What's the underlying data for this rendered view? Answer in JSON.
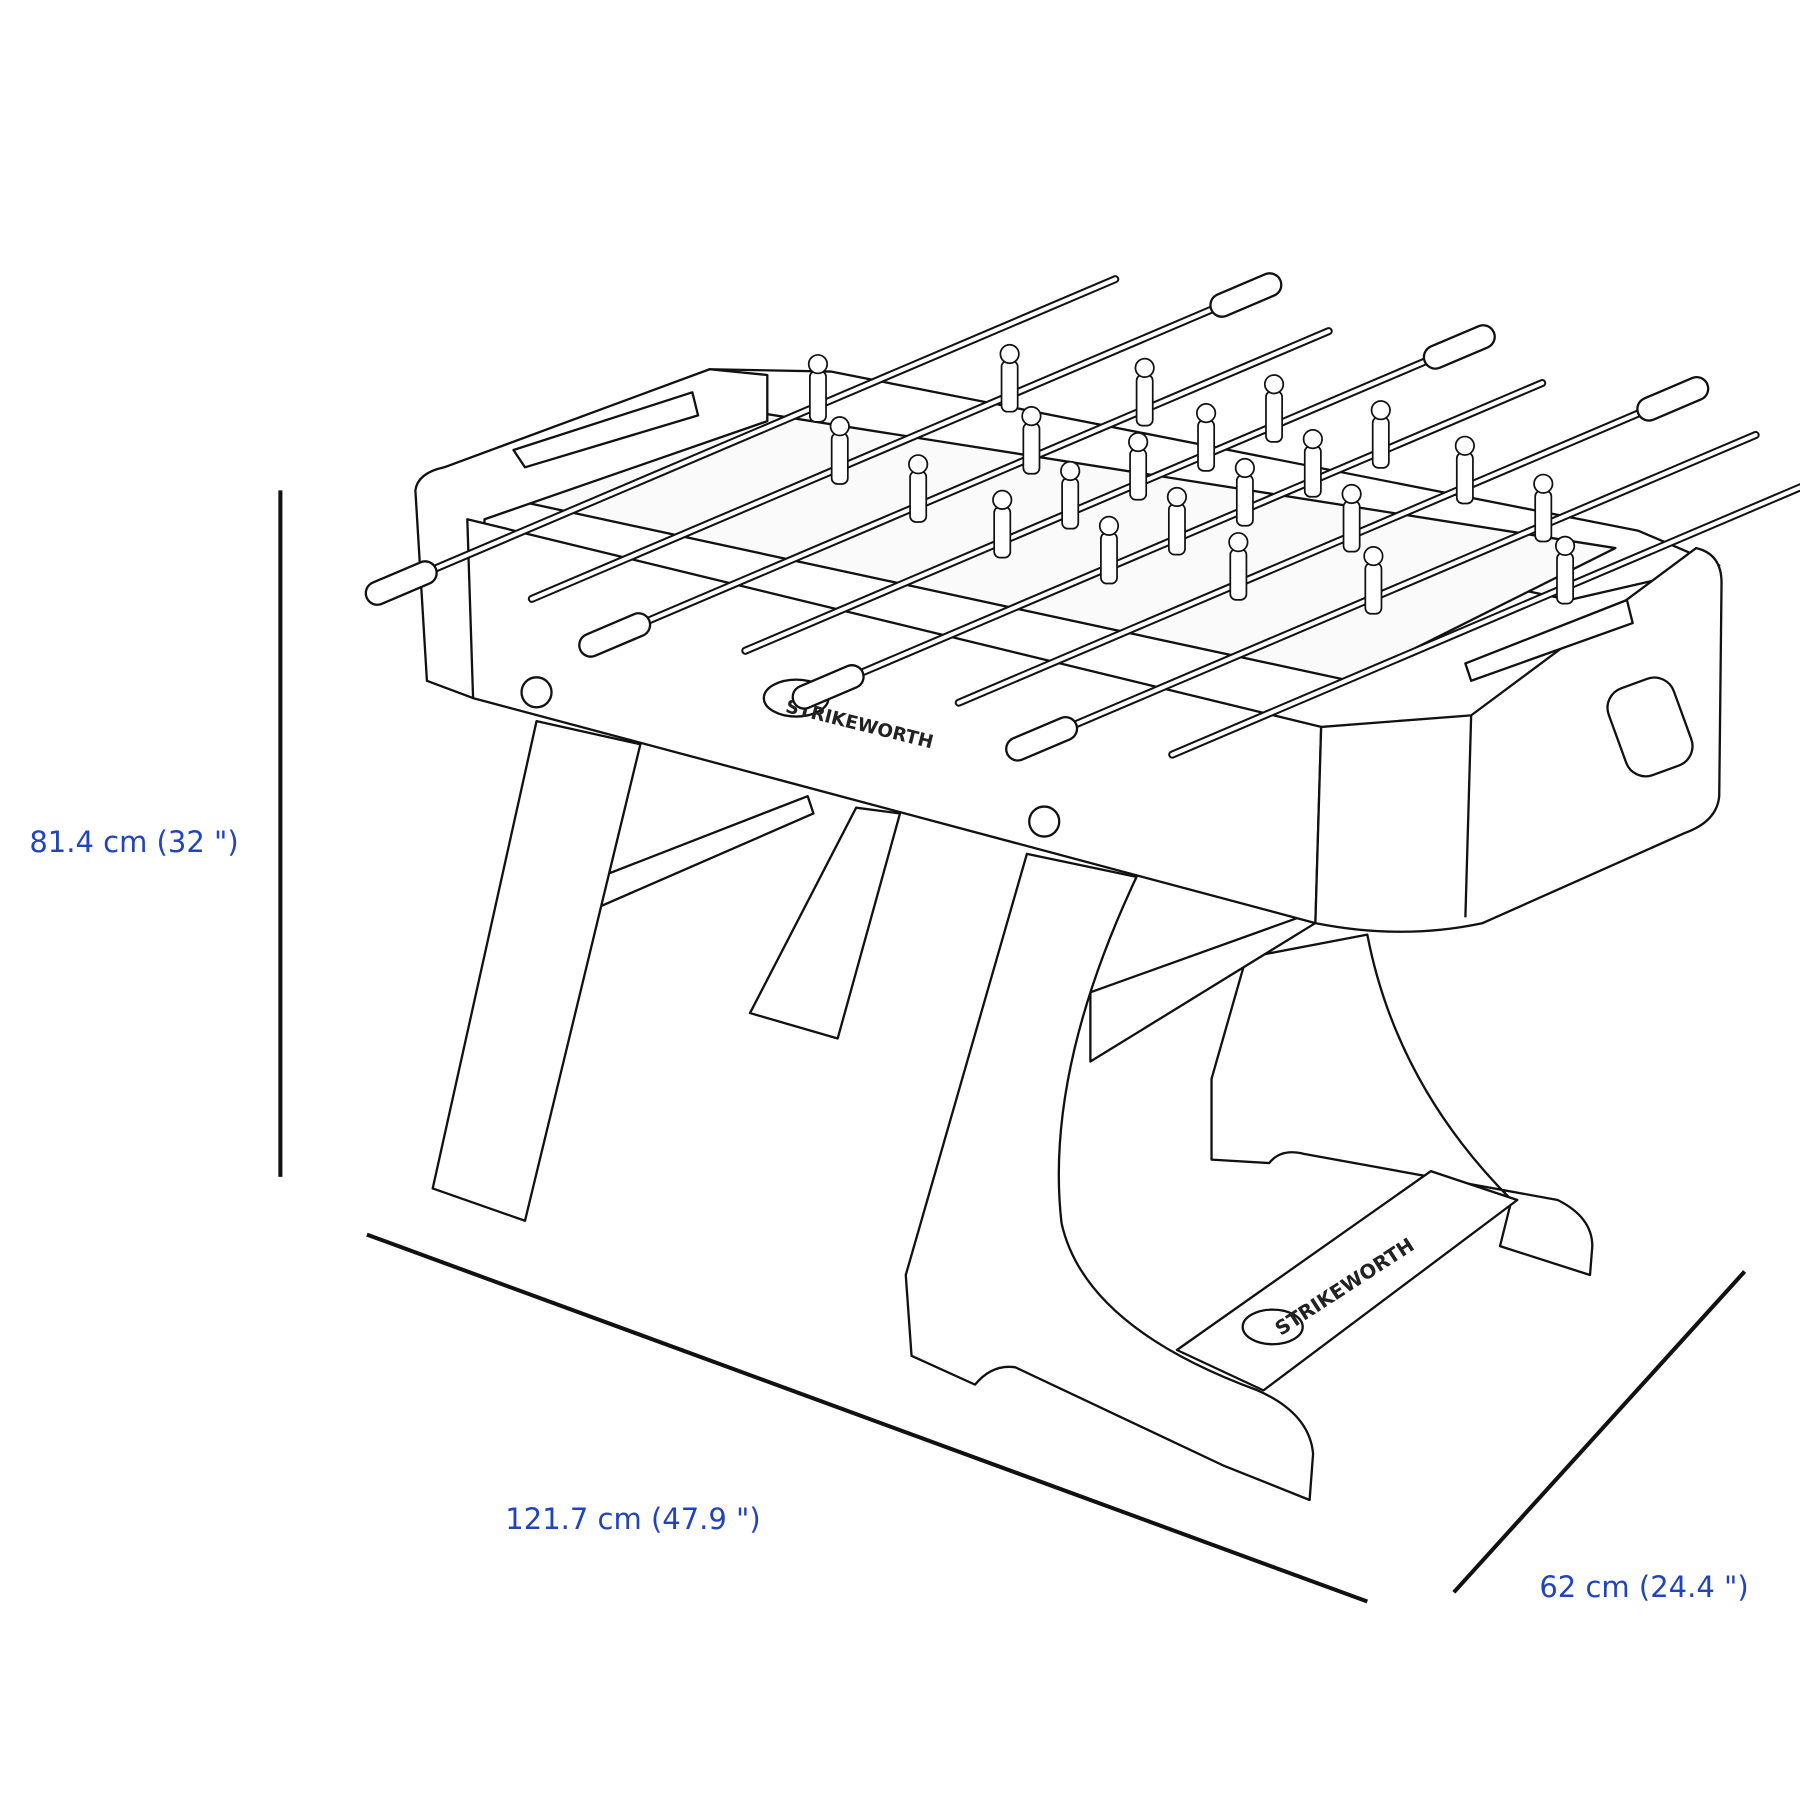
{
  "dimensions": {
    "height": {
      "label": "81.4 cm (32 \")",
      "value_cm": 81.4,
      "value_in": 32
    },
    "length": {
      "label": "121.7 cm (47.9 \")",
      "value_cm": 121.7,
      "value_in": 47.9
    },
    "depth": {
      "label": "62 cm (24.4 \")",
      "value_cm": 62,
      "value_in": 24.4
    }
  },
  "brand": {
    "name": "STRIKEWORTH"
  },
  "colors": {
    "label": "#2244bb",
    "line": "#111111"
  },
  "table": {
    "rods": 8
  }
}
